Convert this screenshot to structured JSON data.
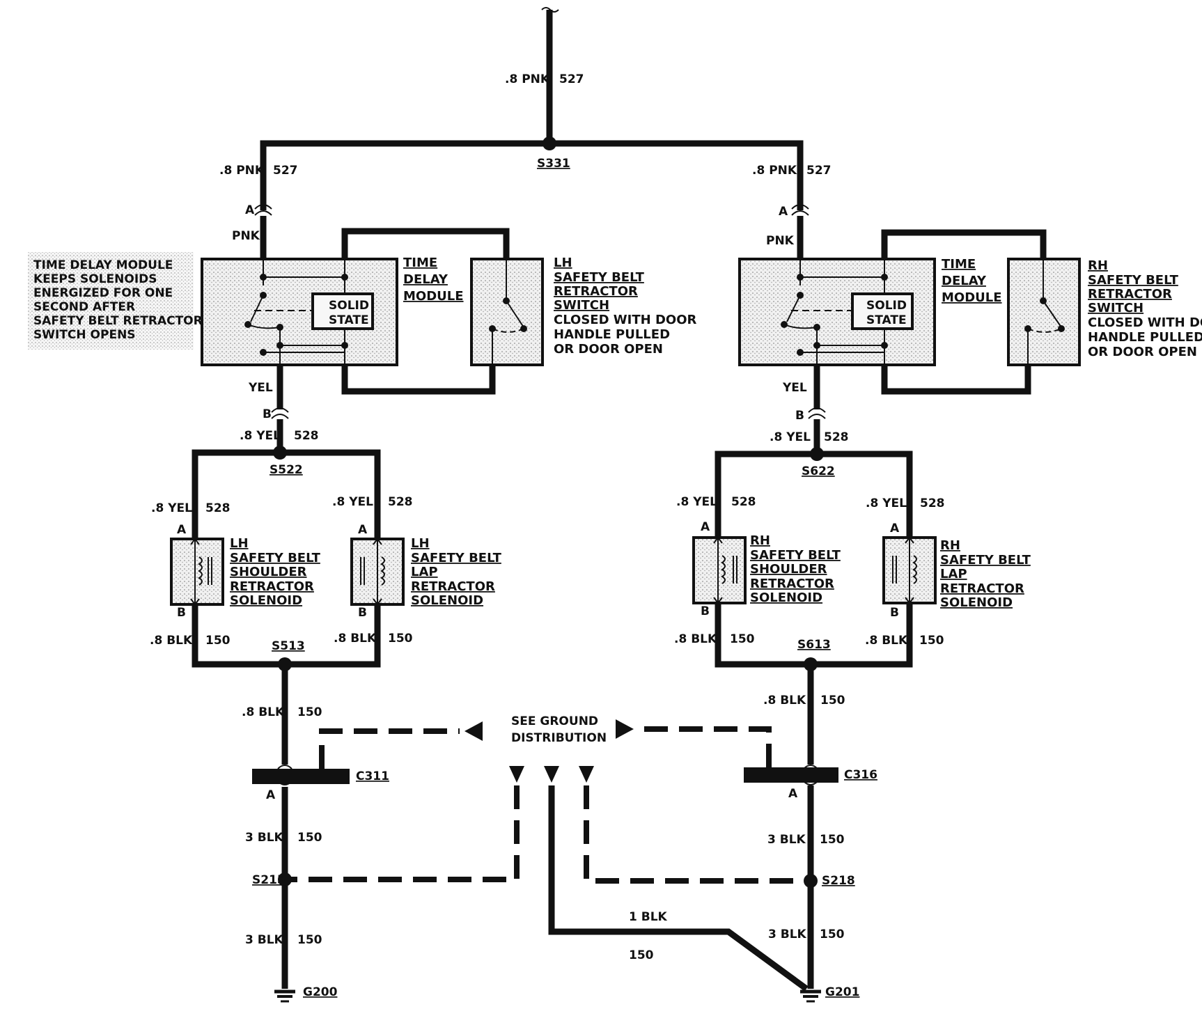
{
  "top_wire": {
    "gauge": ".8 PNK",
    "circuit": "527"
  },
  "splice_top": "S331",
  "left": {
    "wire_gauge": ".8 PNK",
    "wire_circuit": "527",
    "conn_a": "A",
    "pnk": "PNK",
    "note": [
      "TIME DELAY MODULE",
      "KEEPS SOLENOIDS",
      "ENERGIZED FOR ONE",
      "SECOND AFTER",
      "SAFETY BELT RETRACTOR",
      "SWITCH OPENS"
    ],
    "solid_state": [
      "SOLID",
      "STATE"
    ],
    "module": [
      "TIME",
      "DELAY",
      "MODULE"
    ],
    "switch": [
      "LH",
      "SAFETY BELT",
      "RETRACTOR",
      "SWITCH",
      "CLOSED WITH DOOR",
      "HANDLE PULLED",
      "OR DOOR OPEN"
    ],
    "yel": "YEL",
    "conn_b": "B",
    "wire2_gauge": ".8 YEL",
    "wire2_circuit": "528",
    "splice_mid": "S522",
    "sol1_gauge": ".8 YEL",
    "sol1_circuit": "528",
    "sol2_gauge": ".8 YEL",
    "sol2_circuit": "528",
    "sol1_a": "A",
    "sol1_b": "B",
    "sol2_a": "A",
    "sol2_b": "B",
    "shoulder": [
      "LH",
      "SAFETY BELT",
      "SHOULDER",
      "RETRACTOR",
      "SOLENOID"
    ],
    "lap": [
      "LH",
      "SAFETY BELT",
      "LAP",
      "RETRACTOR",
      "SOLENOID"
    ],
    "blk1_gauge": ".8 BLK",
    "blk1_circuit": "150",
    "blk2_gauge": ".8 BLK",
    "blk2_circuit": "150",
    "splice_low": "S513",
    "blk3_gauge": ".8 BLK",
    "blk3_circuit": "150",
    "connector": "C311",
    "conn_c_a": "A",
    "blk4_gauge": "3 BLK",
    "blk4_circuit": "150",
    "splice_gnd": "S215",
    "blk5_gauge": "3 BLK",
    "blk5_circuit": "150",
    "ground": "G200"
  },
  "right": {
    "wire_gauge": ".8 PNK",
    "wire_circuit": "527",
    "conn_a": "A",
    "pnk": "PNK",
    "solid_state": [
      "SOLID",
      "STATE"
    ],
    "module": [
      "TIME",
      "DELAY",
      "MODULE"
    ],
    "switch": [
      "RH",
      "SAFETY BELT",
      "RETRACTOR",
      "SWITCH",
      "CLOSED WITH DOOR",
      "HANDLE PULLED",
      "OR DOOR OPEN"
    ],
    "yel": "YEL",
    "conn_b": "B",
    "wire2_gauge": ".8 YEL",
    "wire2_circuit": "528",
    "splice_mid": "S622",
    "sol1_gauge": ".8 YEL",
    "sol1_circuit": "528",
    "sol2_gauge": ".8 YEL",
    "sol2_circuit": "528",
    "sol1_a": "A",
    "sol1_b": "B",
    "sol2_a": "A",
    "sol2_b": "B",
    "shoulder": [
      "RH",
      "SAFETY BELT",
      "SHOULDER",
      "RETRACTOR",
      "SOLENOID"
    ],
    "lap": [
      "RH",
      "SAFETY BELT",
      "LAP",
      "RETRACTOR",
      "SOLENOID"
    ],
    "blk1_gauge": ".8 BLK",
    "blk1_circuit": "150",
    "blk2_gauge": ".8 BLK",
    "blk2_circuit": "150",
    "splice_low": "S613",
    "blk3_gauge": ".8 BLK",
    "blk3_circuit": "150",
    "connector": "C316",
    "conn_c_a": "A",
    "blk4_gauge": "3 BLK",
    "blk4_circuit": "150",
    "splice_gnd": "S218",
    "blk5_gauge": "3 BLK",
    "blk5_circuit": "150",
    "ground": "G201"
  },
  "see_ground": [
    "SEE GROUND",
    "DISTRIBUTION"
  ],
  "bottom_wire": {
    "gauge": "1 BLK",
    "circuit": "150"
  }
}
